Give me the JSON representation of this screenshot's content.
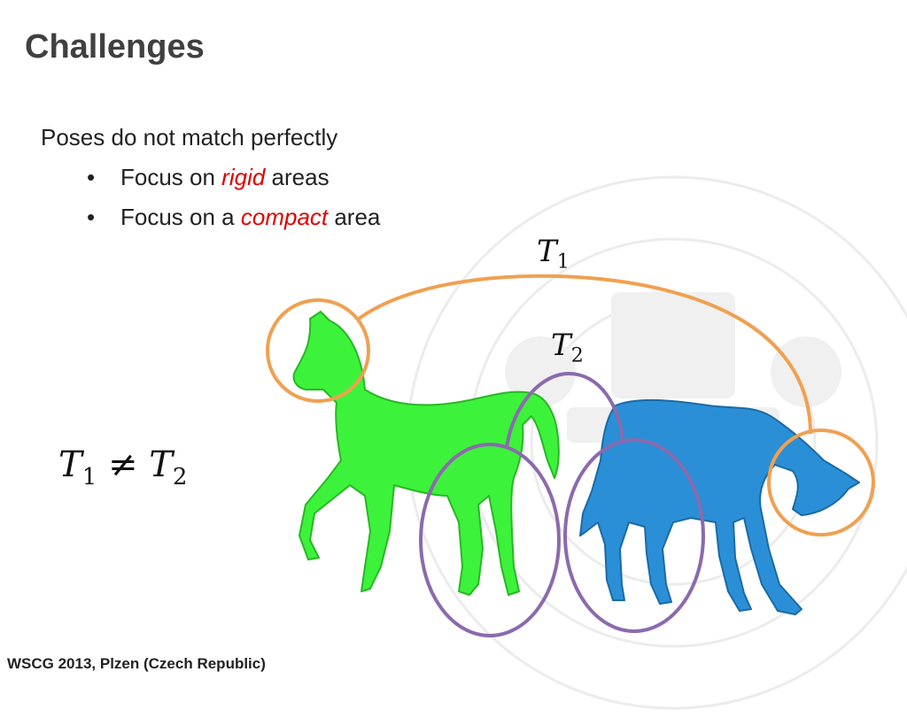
{
  "slide": {
    "title": "Challenges",
    "lead": "Poses do not match perfectly",
    "bullets": [
      {
        "prefix": "Focus on ",
        "emph": "rigid",
        "suffix": " areas"
      },
      {
        "prefix": "Focus on a ",
        "emph": "compact",
        "suffix": " area"
      }
    ],
    "bullet_glyph": "•"
  },
  "labels": {
    "t1": {
      "letter": "T",
      "sub": "1"
    },
    "t2": {
      "letter": "T",
      "sub": "2"
    },
    "inequality": {
      "left": "T",
      "left_sub": "1",
      "op": " ≠ ",
      "right": "T",
      "right_sub": "2"
    }
  },
  "footer": "WSCG 2013, Plzen (Czech Republic)",
  "colors": {
    "orange": "#f0a050",
    "purple": "#8b6aad",
    "green_horse": "#3df23a",
    "blue_horse": "#2a8fd6",
    "emphasis": "#e00000"
  }
}
